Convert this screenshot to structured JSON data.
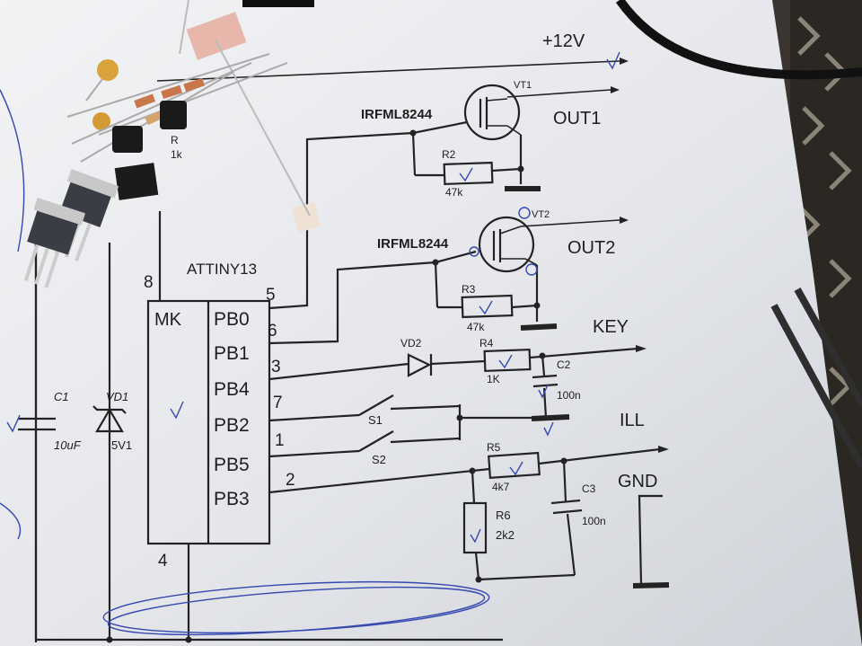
{
  "supply": {
    "label": "+12V"
  },
  "chip": {
    "name": "ATTINY13",
    "block": "MK",
    "vcc_pin": "8",
    "gnd_pin": "4",
    "pins": [
      {
        "port": "PB0",
        "num": "5"
      },
      {
        "port": "PB1",
        "num": "6"
      },
      {
        "port": "PB4",
        "num": "3"
      },
      {
        "port": "PB2",
        "num": "7"
      },
      {
        "port": "PB5",
        "num": "1"
      },
      {
        "port": "PB3",
        "num": "2"
      }
    ]
  },
  "transistors": [
    {
      "ref": "VT1",
      "part": "IRFML8244",
      "output": "OUT1"
    },
    {
      "ref": "VT2",
      "part": "IRFML8244",
      "output": "OUT2"
    }
  ],
  "resistors": [
    {
      "ref": "R2",
      "value": "47k"
    },
    {
      "ref": "R3",
      "value": "47k"
    },
    {
      "ref": "R4",
      "value": "1K"
    },
    {
      "ref": "R5",
      "value": "4k7"
    },
    {
      "ref": "R6",
      "value": "2k2"
    },
    {
      "ref": "R",
      "value": "1k"
    }
  ],
  "capacitors": [
    {
      "ref": "C1",
      "value": "10uF"
    },
    {
      "ref": "C2",
      "value": "100n"
    },
    {
      "ref": "C3",
      "value": "100n"
    }
  ],
  "diodes": [
    {
      "ref": "VD1",
      "value": "5V1"
    },
    {
      "ref": "VD2",
      "value": ""
    }
  ],
  "switches": [
    {
      "ref": "S1"
    },
    {
      "ref": "S2"
    }
  ],
  "signals": {
    "key": "KEY",
    "ill": "ILL",
    "gnd": "GND"
  },
  "colors": {
    "paper": "#e9ebee",
    "ink": "#232323",
    "pen": "#3448b0",
    "board": "#3a3530"
  }
}
